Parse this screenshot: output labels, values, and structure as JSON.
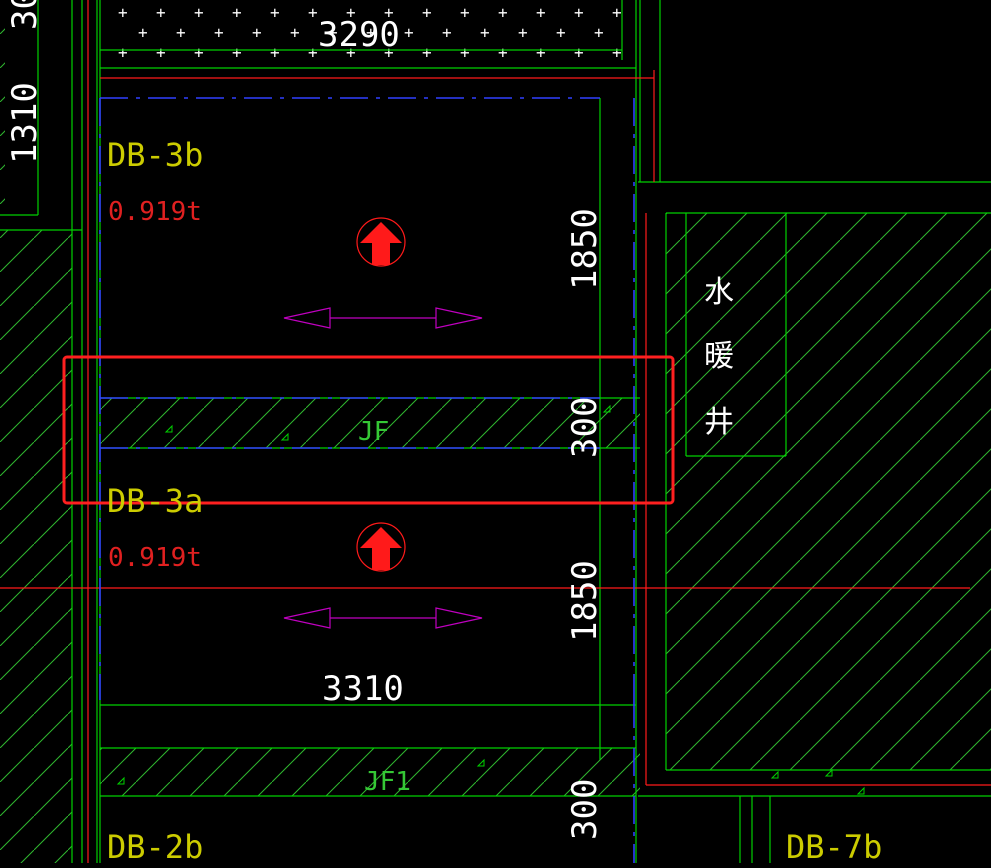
{
  "drawing": {
    "colors": {
      "background": "#000000",
      "wall_line": "#00ff00",
      "hatch": "#35c835",
      "red_line": "#ff2020",
      "blue_dash": "#3040ff",
      "dimension_text": "#ffffff",
      "slab_label": "#cccc00",
      "weight_label": "#e02020",
      "span_arrow": "#c000c0",
      "selection_box": "#ff2020"
    },
    "dimensions": {
      "top_width": "3290",
      "left_height": "1310",
      "left_cut": "30",
      "upper_span": "1850",
      "joint_width_1": "300",
      "lower_span": "1850",
      "bottom_width": "3310",
      "joint_width_2": "300"
    },
    "slabs": {
      "upper": {
        "name": "DB-3b",
        "weight": "0.919t"
      },
      "lower": {
        "name": "DB-3a",
        "weight": "0.919t"
      },
      "bottom": {
        "name": "DB-2b"
      },
      "right": {
        "name": "DB-7b"
      }
    },
    "joints": {
      "first": "JF",
      "second": "JF1"
    },
    "shaft": {
      "char1": "水",
      "char2": "暖",
      "char3": "井"
    },
    "icons": {
      "upper_arrow": "up-arrow-icon",
      "lower_arrow": "up-arrow-icon",
      "upper_span": "double-arrow-icon",
      "lower_span": "double-arrow-icon"
    }
  }
}
